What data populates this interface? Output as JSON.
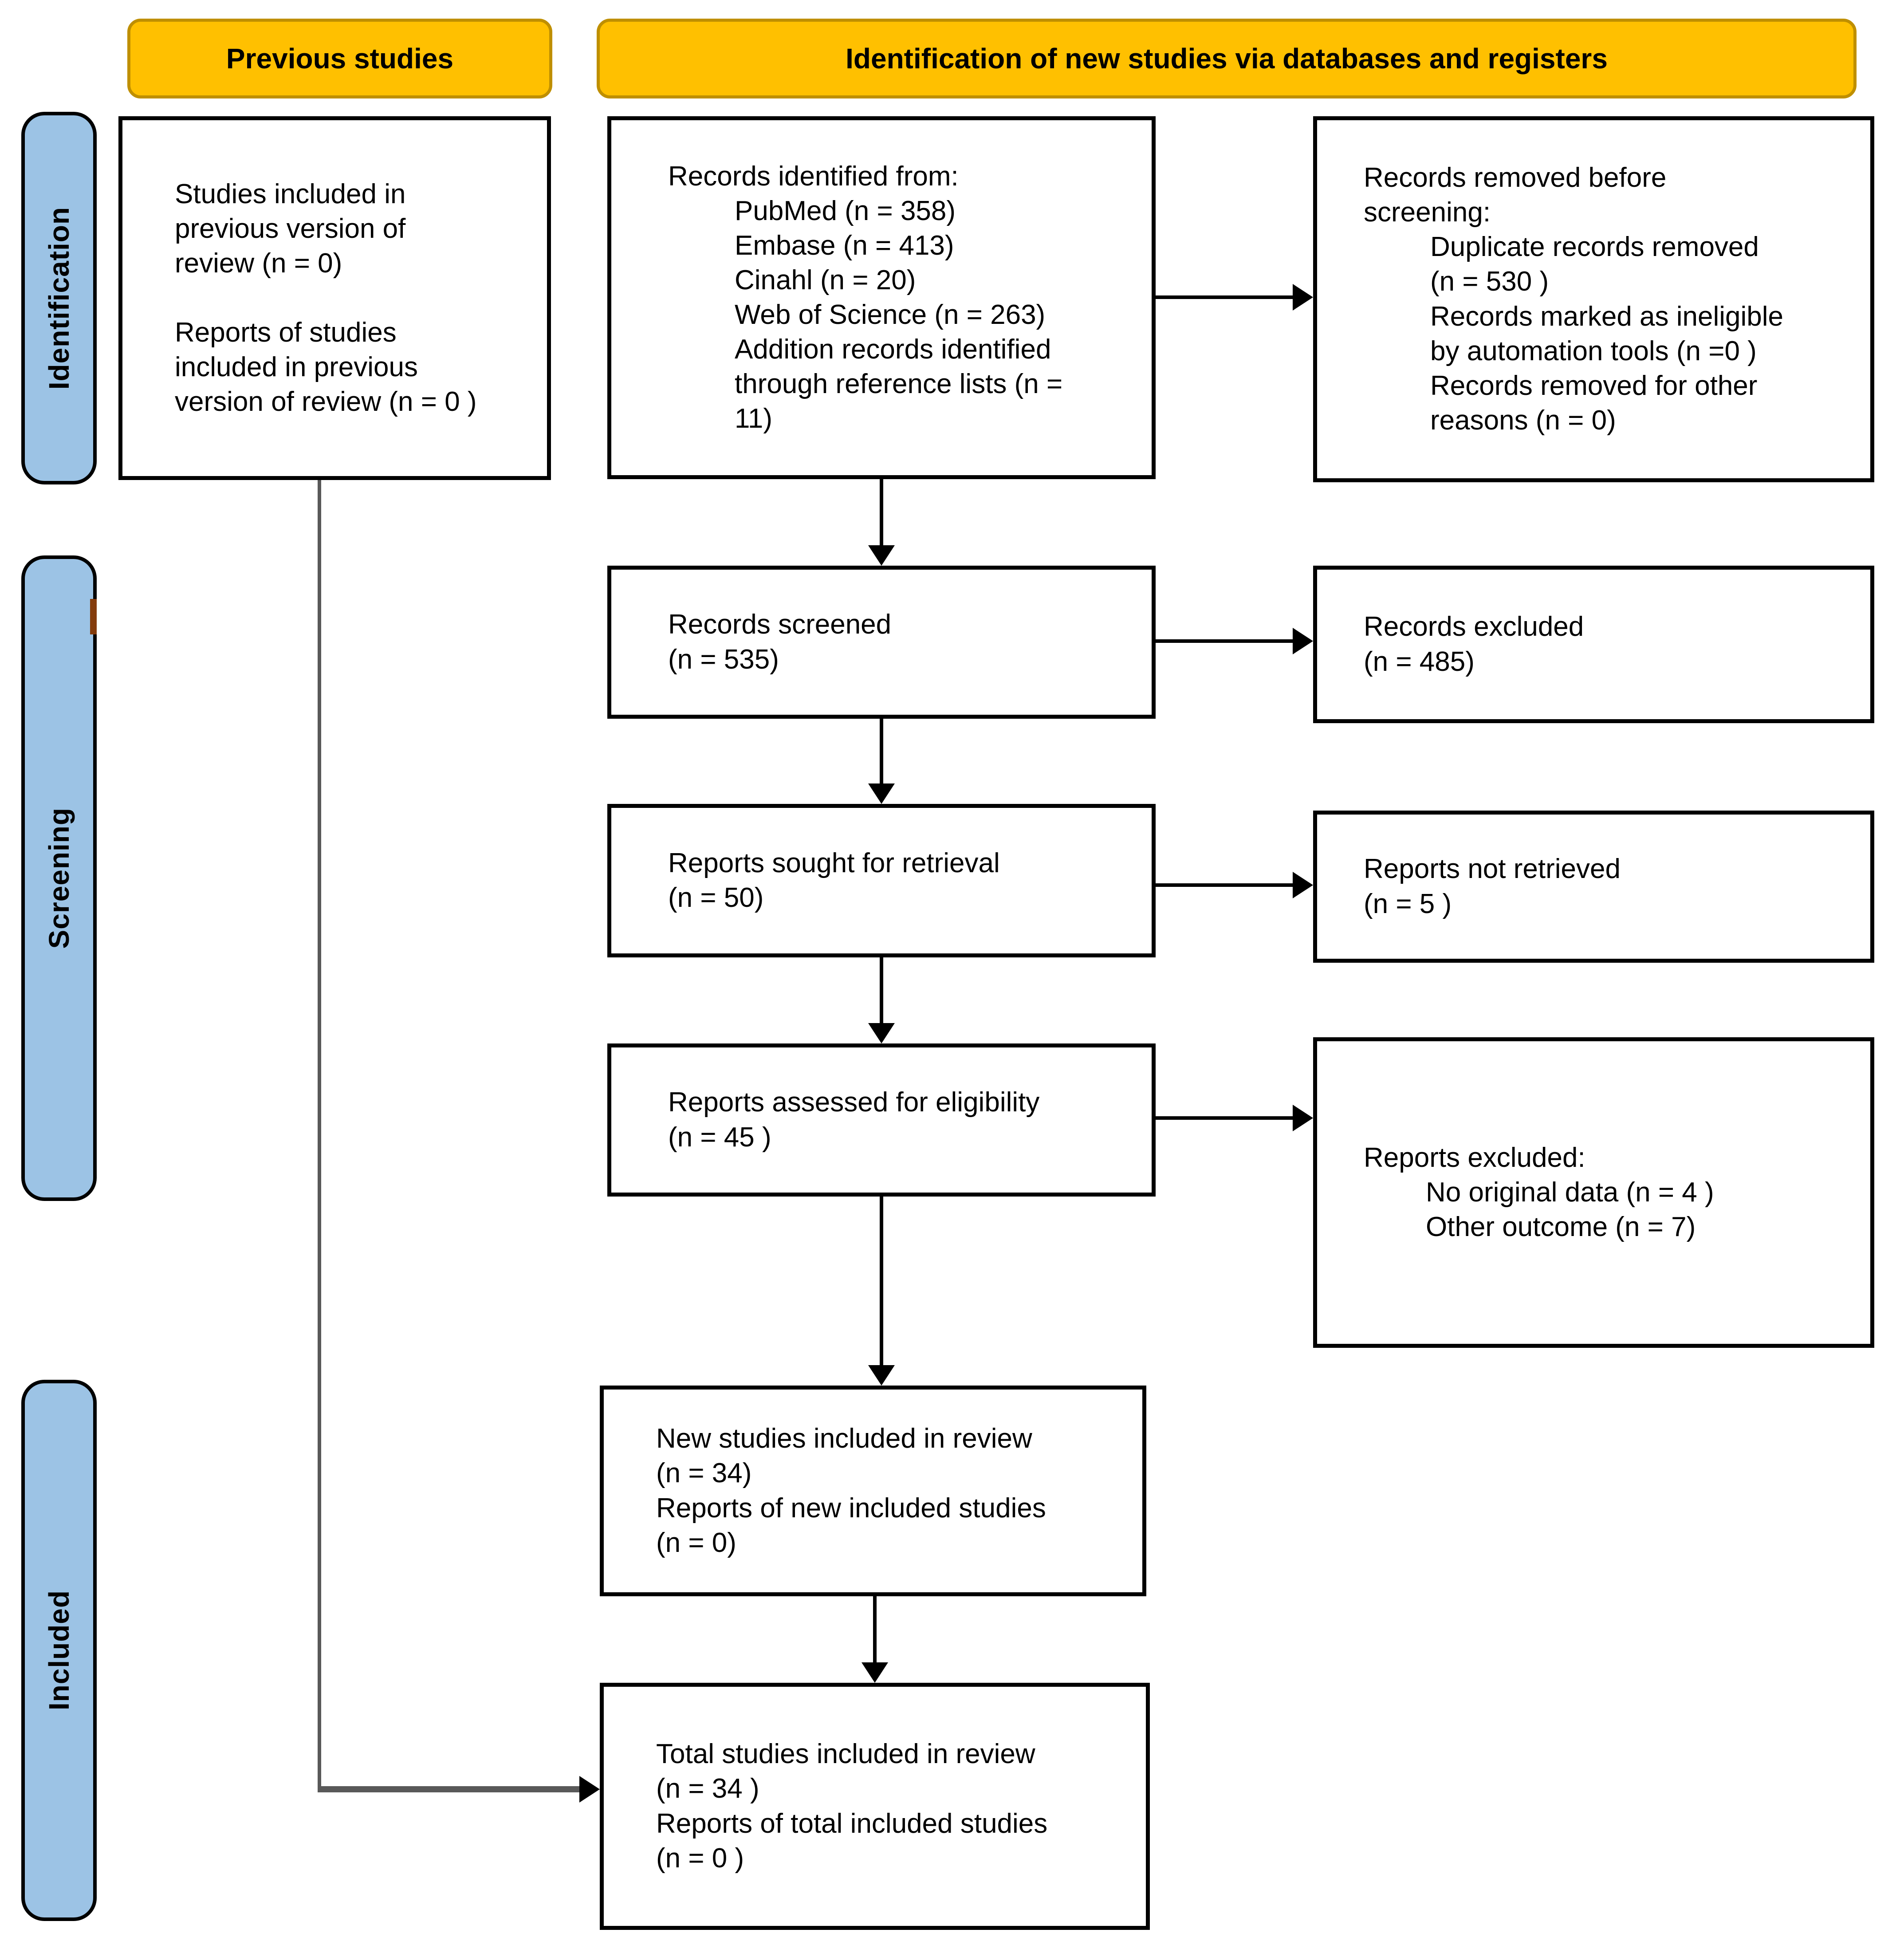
{
  "headers": {
    "previous_studies": "Previous studies",
    "identification_new": "Identification of new studies via databases and registers"
  },
  "stage_labels": {
    "identification": "Identification",
    "screening": "Screening",
    "included": "Included"
  },
  "boxes": {
    "previous_studies": {
      "text": "Studies included in\nprevious version of\nreview (n = 0)\n\nReports of studies\nincluded in previous\nversion of review (n = 0 )"
    },
    "records_identified": {
      "intro": "Records identified from:",
      "items": "PubMed (n = 358)\nEmbase (n = 413)\nCinahl (n = 20)\nWeb of Science (n = 263)\nAddition records identified\nthrough reference lists (n =\n11)"
    },
    "records_removed": {
      "intro": "Records removed before\nscreening:",
      "items": "Duplicate records removed\n(n = 530 )\nRecords marked as ineligible\nby automation tools (n =0 )\nRecords removed for other\nreasons (n = 0)"
    },
    "records_screened": {
      "text": "Records screened\n(n = 535)"
    },
    "records_excluded": {
      "text": "Records excluded\n(n = 485)"
    },
    "reports_sought": {
      "text": "Reports sought for retrieval\n(n = 50)"
    },
    "reports_not_retrieved": {
      "text": "Reports not retrieved\n(n = 5 )"
    },
    "reports_assessed": {
      "text": "Reports assessed for eligibility\n(n = 45 )"
    },
    "reports_excluded": {
      "intro": "Reports excluded:",
      "items": "No original data (n = 4 )\nOther outcome (n = 7)"
    },
    "new_studies": {
      "text": "New studies included in review\n(n = 34)\nReports of new included studies\n(n = 0)"
    },
    "total_studies": {
      "text": "Total studies included in review\n(n = 34 )\nReports of total included studies\n(n = 0 )"
    }
  },
  "colors": {
    "header_bg": "#FFC000",
    "header_border": "#BF8F00",
    "stage_bg": "#9CC3E5",
    "box_border": "#000000",
    "accent_mark": "#843C0C",
    "connector_gray": "#595959"
  }
}
